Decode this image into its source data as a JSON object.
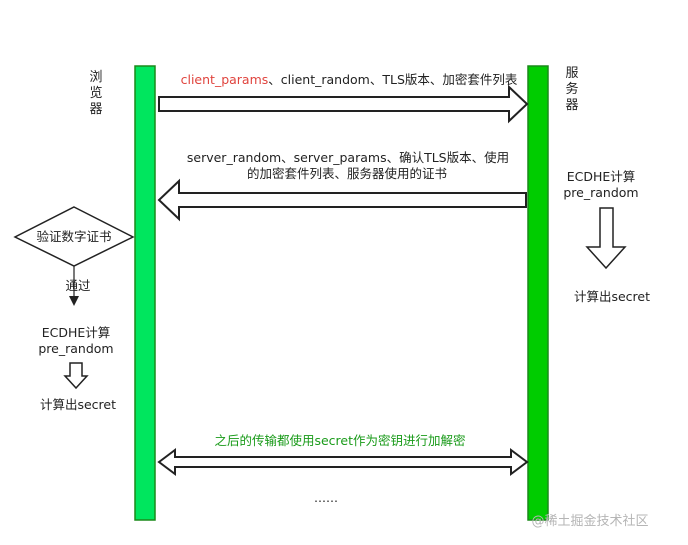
{
  "colors": {
    "browser_bar": "#00e65e",
    "server_bar": "#00cc00",
    "bar_stroke": "#1a8a1a",
    "arrow_stroke": "#222222",
    "params_red": "#e0443e",
    "green_text": "#1a9b1a"
  },
  "participants": {
    "browser": [
      "浏",
      "览",
      "器"
    ],
    "server": [
      "服",
      "务",
      "器"
    ]
  },
  "messages": {
    "m1": {
      "highlight": "client_params",
      "rest": "、client_random、TLS版本、加密套件列表"
    },
    "m2": {
      "line1": "server_random、server_params、确认TLS版本、使用",
      "line2": "的加密套件列表、服务器使用的证书"
    },
    "m3": {
      "text": "之后的传输都使用secret作为密钥进行加解密"
    },
    "ellipsis": "……"
  },
  "browser_side": {
    "verify": "验证数字证书",
    "pass": "通过",
    "calc_line1": "ECDHE计算",
    "calc_line2": "pre_random",
    "result": "计算出secret"
  },
  "server_side": {
    "calc_line1": "ECDHE计算",
    "calc_line2": "pre_random",
    "result": "计算出secret"
  },
  "watermark": "@稀土掘金技术社区"
}
